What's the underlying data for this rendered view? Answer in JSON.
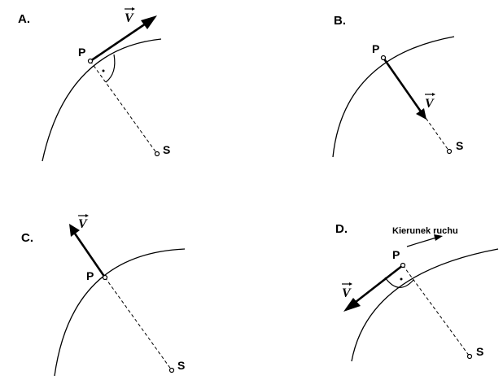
{
  "panels": [
    {
      "letter": "A.",
      "point": "P",
      "center": "S",
      "vector": "V"
    },
    {
      "letter": "B.",
      "point": "P",
      "center": "S",
      "vector": "V"
    },
    {
      "letter": "C.",
      "point": "P",
      "center": "S",
      "vector": "V"
    },
    {
      "letter": "D.",
      "point": "P",
      "center": "S",
      "vector": "V",
      "direction_label": "Kierunek ruchu"
    }
  ]
}
